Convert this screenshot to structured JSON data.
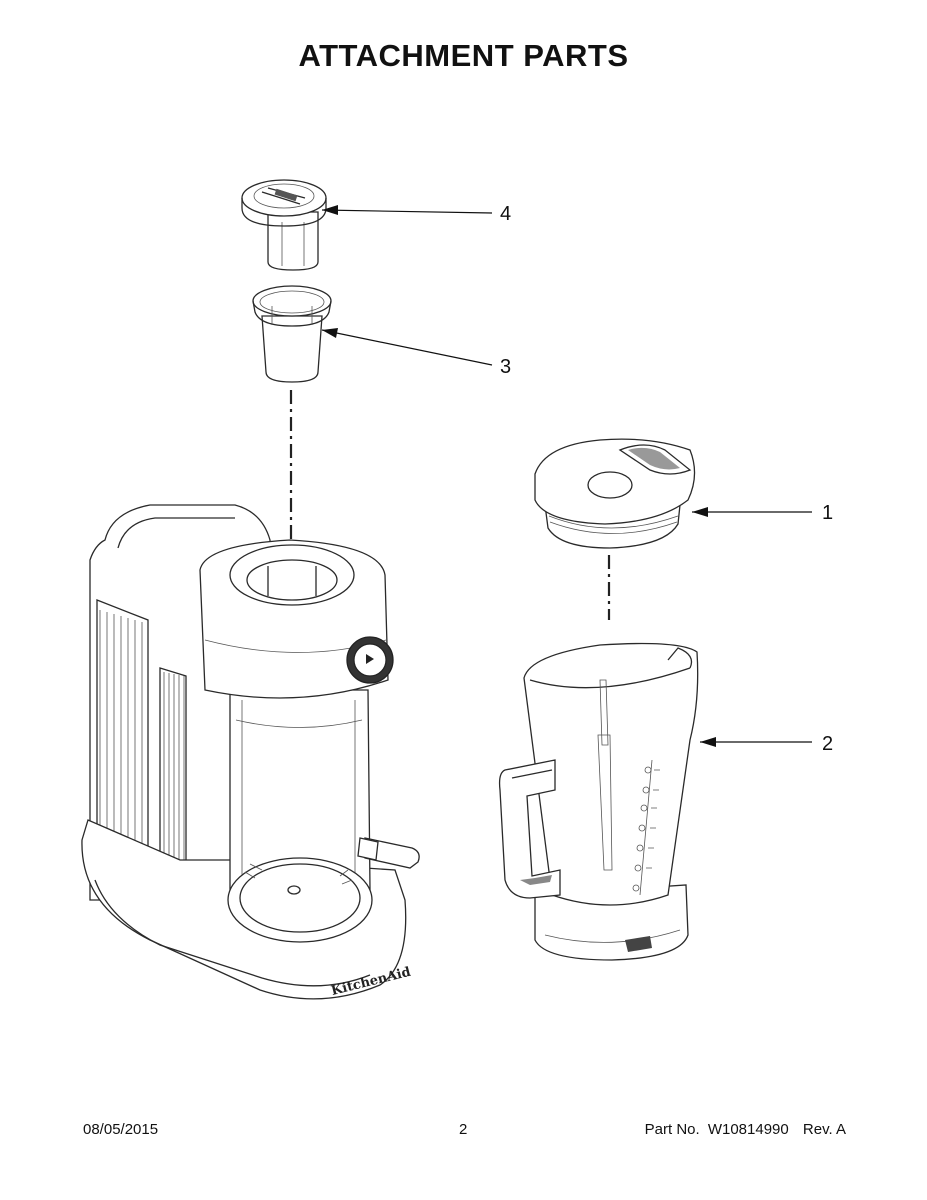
{
  "title": "ATTACHMENT PARTS",
  "callouts": [
    {
      "number": "1",
      "part": "lid"
    },
    {
      "number": "2",
      "part": "pitcher"
    },
    {
      "number": "3",
      "part": "sleeve"
    },
    {
      "number": "4",
      "part": "plug"
    }
  ],
  "base_logo_text": "KitchenAid",
  "footer": {
    "date": "08/05/2015",
    "page": "2",
    "part_label": "Part No.",
    "part_number": "W10814990",
    "revision": "Rev. A"
  }
}
